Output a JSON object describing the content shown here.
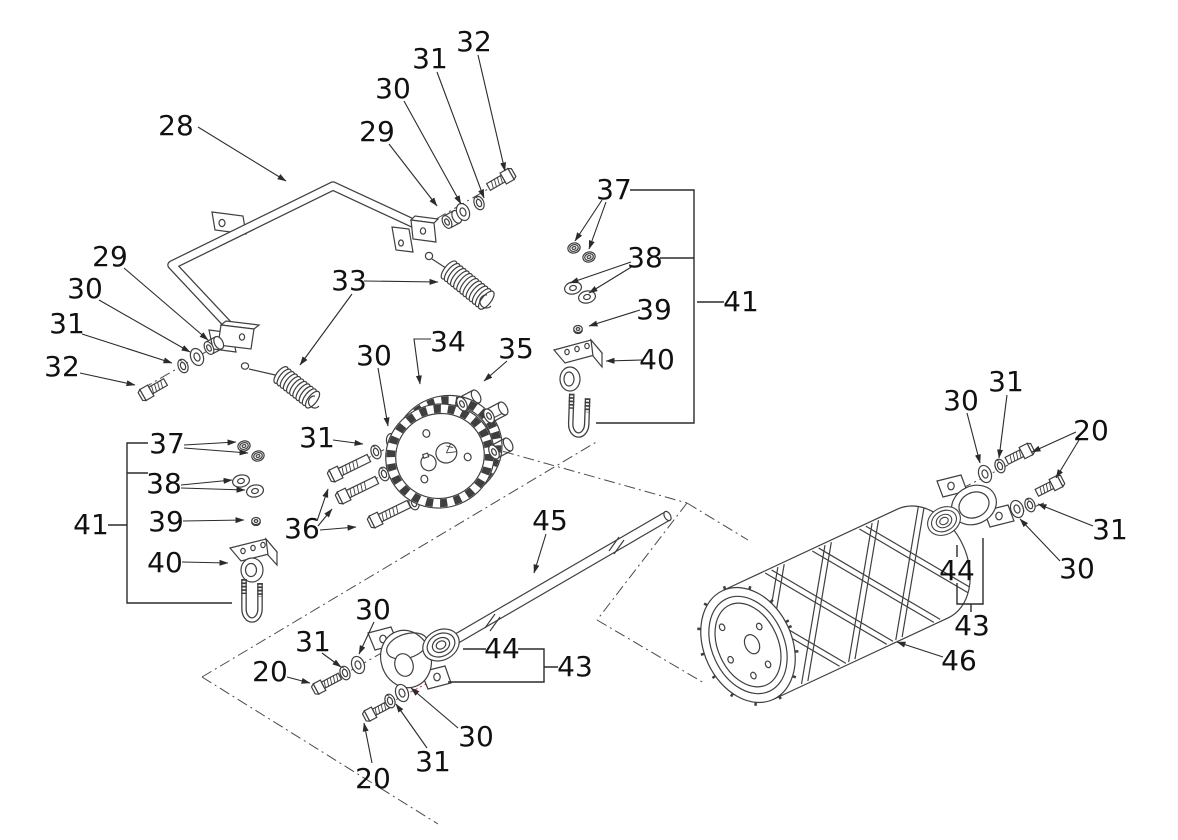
{
  "diagram": {
    "kind": "exploded-parts-diagram",
    "subject": "Drum roller, sprocket and handle frame assembly",
    "background_color": "#ffffff",
    "line_color": "#3f3f3f",
    "label_color": "#111111",
    "accent_color": "#cc3333"
  },
  "callouts": [
    {
      "text": "28"
    },
    {
      "text": "29"
    },
    {
      "text": "30"
    },
    {
      "text": "31"
    },
    {
      "text": "32"
    },
    {
      "text": "29"
    },
    {
      "text": "30"
    },
    {
      "text": "31"
    },
    {
      "text": "32"
    },
    {
      "text": "33"
    },
    {
      "text": "34"
    },
    {
      "text": "35"
    },
    {
      "text": "30"
    },
    {
      "text": "31"
    },
    {
      "text": "36"
    },
    {
      "text": "37"
    },
    {
      "text": "38"
    },
    {
      "text": "39"
    },
    {
      "text": "40"
    },
    {
      "text": "41"
    },
    {
      "text": "37"
    },
    {
      "text": "38"
    },
    {
      "text": "39"
    },
    {
      "text": "40"
    },
    {
      "text": "41"
    },
    {
      "text": "45"
    },
    {
      "text": "44"
    },
    {
      "text": "43"
    },
    {
      "text": "30"
    },
    {
      "text": "31"
    },
    {
      "text": "20"
    },
    {
      "text": "20"
    },
    {
      "text": "31"
    },
    {
      "text": "30"
    },
    {
      "text": "30"
    },
    {
      "text": "31"
    },
    {
      "text": "20"
    },
    {
      "text": "31"
    },
    {
      "text": "30"
    },
    {
      "text": "44"
    },
    {
      "text": "43"
    },
    {
      "text": "46"
    }
  ]
}
